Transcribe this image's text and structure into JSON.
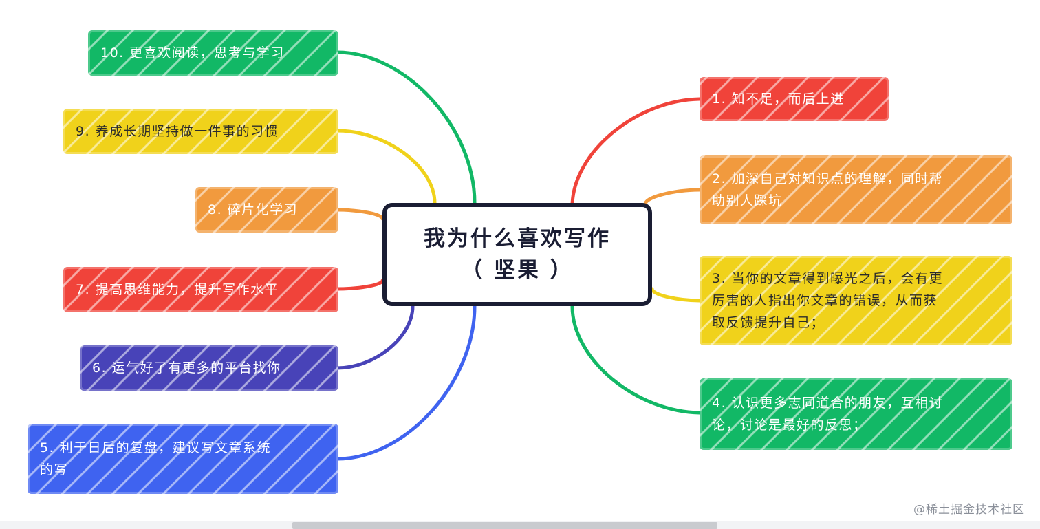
{
  "center": {
    "line1": "我为什么喜欢写作",
    "line2": "（ 坚果 ）"
  },
  "branches": [
    {
      "id": "b1",
      "side": "right",
      "color": "#f0433a",
      "lines": [
        "1. 知不足，而后上进"
      ]
    },
    {
      "id": "b2",
      "side": "right",
      "color": "#f19a3e",
      "lines": [
        "2. 加深自己对知识点的理解，同时帮",
        "助别人踩坑"
      ]
    },
    {
      "id": "b3",
      "side": "right",
      "color": "#f0d21b",
      "lines": [
        "3. 当你的文章得到曝光之后，会有更",
        "厉害的人指出你文章的错误，从而获",
        "取反馈提升自己；"
      ]
    },
    {
      "id": "b4",
      "side": "right",
      "color": "#12b866",
      "lines": [
        "4. 认识更多志同道合的朋友，互相讨",
        "论，讨论是最好的反思；"
      ]
    },
    {
      "id": "b5",
      "side": "left",
      "color": "#3f63f0",
      "lines": [
        "5. 利于日后的复盘，建议写文章系统",
        "的写"
      ]
    },
    {
      "id": "b6",
      "side": "left",
      "color": "#4843b8",
      "lines": [
        "6. 运气好了有更多的平台找你"
      ]
    },
    {
      "id": "b7",
      "side": "left",
      "color": "#f0433a",
      "lines": [
        "7. 提高思维能力，提升写作水平"
      ]
    },
    {
      "id": "b8",
      "side": "left",
      "color": "#f19a3e",
      "lines": [
        "8. 碎片化学习"
      ]
    },
    {
      "id": "b9",
      "side": "left",
      "color": "#f0d21b",
      "lines": [
        "9. 养成长期坚持做一件事的习惯"
      ]
    },
    {
      "id": "b10",
      "side": "left",
      "color": "#12b866",
      "lines": [
        "10. 更喜欢阅读，思考与学习"
      ]
    }
  ],
  "watermark": "@稀土掘金技术社区"
}
